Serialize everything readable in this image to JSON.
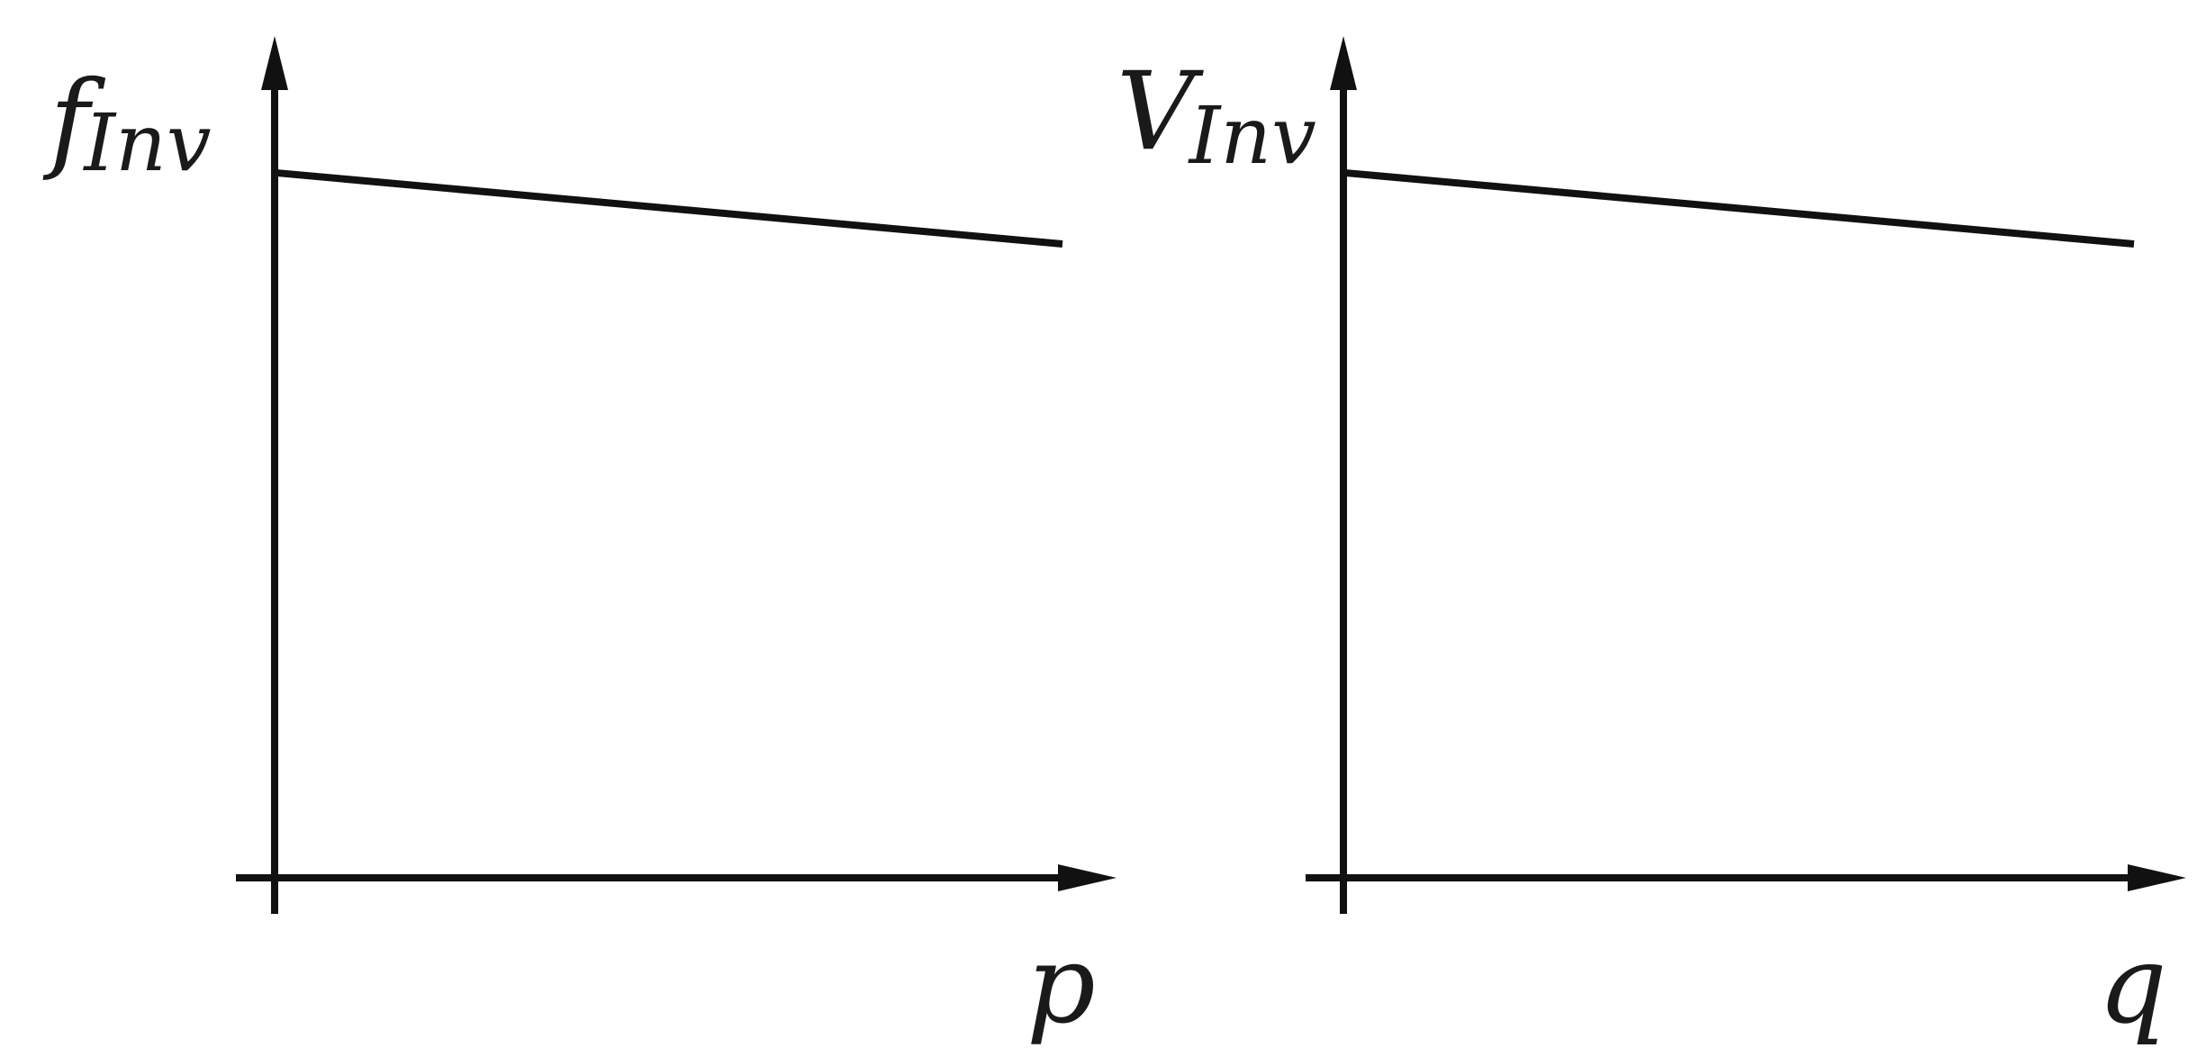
{
  "chart_data": [
    {
      "type": "line",
      "title": "",
      "xlabel": "p",
      "ylabel_main": "f",
      "ylabel_sub": "Inv",
      "grid": false,
      "xlim": [
        0,
        1
      ],
      "ylim": [
        0,
        1
      ],
      "series": [
        {
          "x": [
            0,
            1
          ],
          "y": [
            0.89,
            0.8
          ]
        }
      ]
    },
    {
      "type": "line",
      "title": "",
      "xlabel": "q",
      "ylabel_main": "V",
      "ylabel_sub": "Inv",
      "grid": false,
      "xlim": [
        0,
        1
      ],
      "ylim": [
        0,
        1
      ],
      "series": [
        {
          "x": [
            0,
            1
          ],
          "y": [
            0.89,
            0.8
          ]
        }
      ]
    }
  ],
  "colors": {
    "ink": "#111111",
    "background": "#ffffff"
  }
}
